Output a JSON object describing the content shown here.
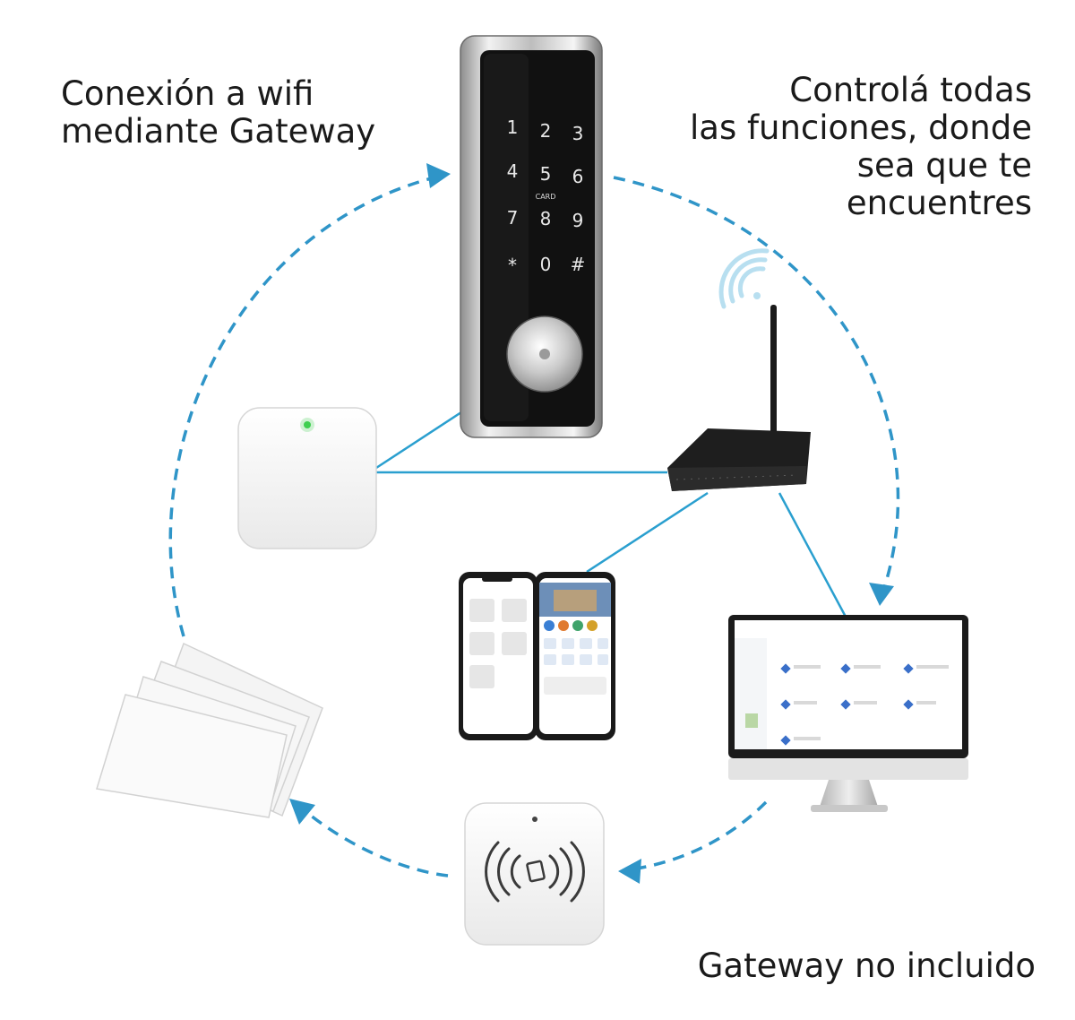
{
  "captions": {
    "top_left": [
      "Conexión a wifi",
      "mediante Gateway"
    ],
    "top_right": [
      "Controlá todas",
      "las funciones, donde",
      "sea que te",
      "encuentres"
    ],
    "bottom_right": "Gateway no incluido"
  },
  "lock": {
    "keys": [
      "1",
      "2",
      "3",
      "4",
      "5",
      "6",
      "7",
      "8",
      "9",
      "*",
      "0",
      "#"
    ],
    "card_label": "CARD"
  },
  "colors": {
    "flow_arrow": "#2f95c8",
    "link_line": "#2a9fcf",
    "accent_green": "#3ecf4f"
  },
  "icons": [
    "door-lock",
    "wifi-router",
    "gateway-hub",
    "rfid-card-reader",
    "access-cards",
    "smartphone",
    "desktop-monitor",
    "wifi-signal-icon"
  ]
}
